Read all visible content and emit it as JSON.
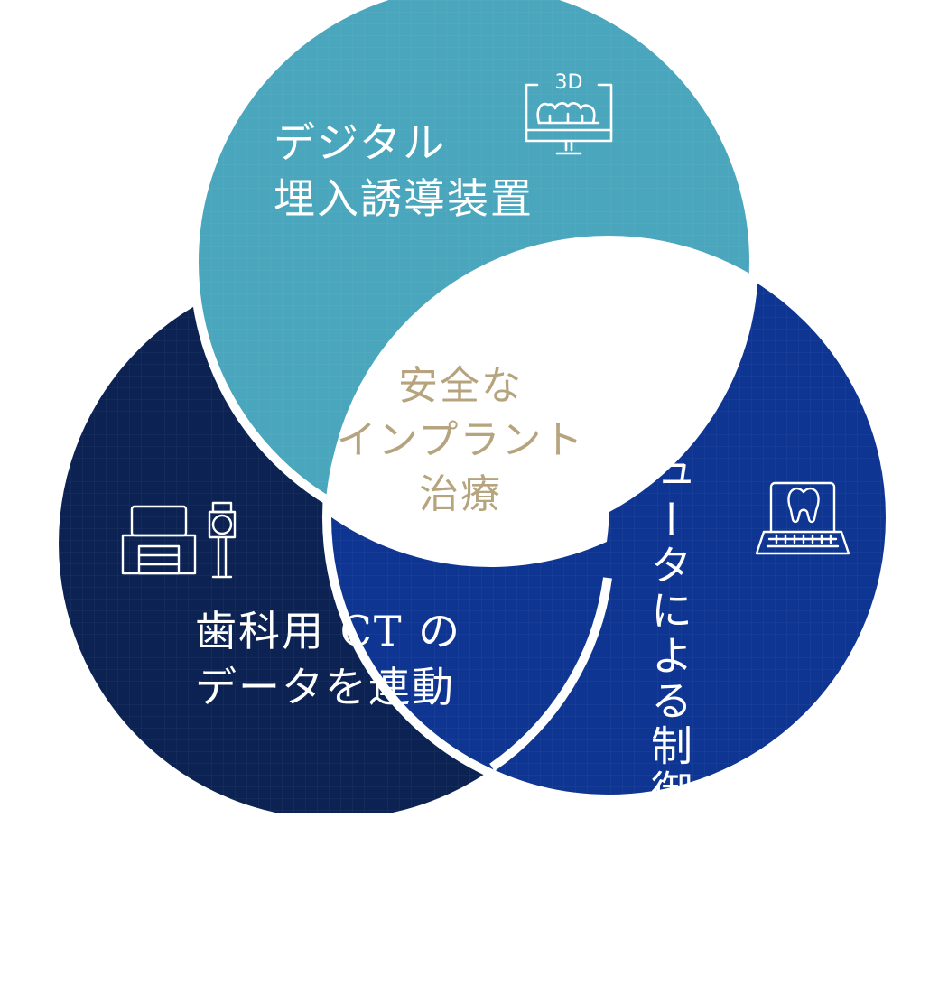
{
  "diagram": {
    "center": [
      "安全な",
      "インプラント",
      "治療"
    ],
    "circles": [
      {
        "id": "top",
        "lines": [
          "デジタル",
          "埋入誘導装置"
        ],
        "color": "#4aa6bc",
        "icon": "3d-monitor-teeth-icon",
        "icon_text": "3D"
      },
      {
        "id": "right",
        "lines": [
          "コンピュータによる",
          "制御システム"
        ],
        "color": "#0e3591",
        "icon": "laptop-tooth-icon"
      },
      {
        "id": "bottom-left",
        "lines": [
          "歯科用 CT の",
          "データを連動"
        ],
        "color": "#0b2252",
        "icon": "ct-scanner-icon"
      }
    ],
    "colors": {
      "center_text": "#b5a47e",
      "separator": "#ffffff"
    }
  }
}
